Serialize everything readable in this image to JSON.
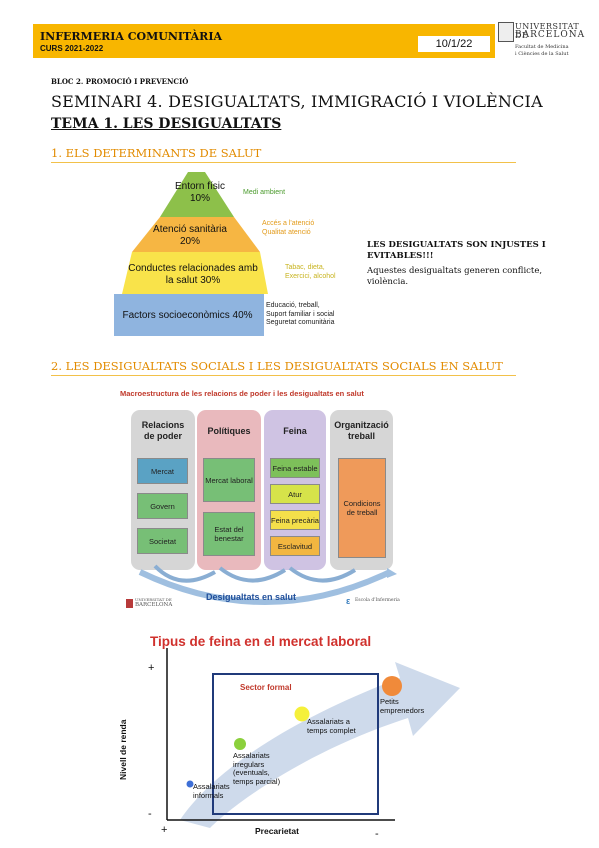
{
  "header": {
    "title": "INFERMERIA COMUNITÀRIA",
    "course": "CURS 2021-2022",
    "date": "10/1/22",
    "logo_name_1": "UNIVERSITAT DE",
    "logo_name_2": "BARCELONA",
    "logo_faculty_1": "Facultat de Medicina",
    "logo_faculty_2": "i Ciències de la Salut"
  },
  "document": {
    "bloc": "BLOC 2. PROMOCIÓ I PREVENCIÓ",
    "seminari": "SEMINARI 4. DESIGUALTATS, IMMIGRACIÓ I VIOLÈNCIA",
    "tema": "TEMA 1. LES DESIGUALTATS",
    "section1": "1. ELS DETERMINANTS DE SALUT",
    "section2": "2. LES DESIGUALTATS SOCIALS I LES DESIGUALTATS SOCIALS EN SALUT"
  },
  "pyramid": {
    "levels": [
      {
        "label_1": "Entorn físic",
        "label_2": "10%",
        "side_1": "Medi ambient",
        "side_2": "",
        "side_3": "",
        "color": "#8dc04a",
        "side_color": "#4a9a2c"
      },
      {
        "label_1": "Atenció sanitària",
        "label_2": "20%",
        "side_1": "Accés a l'atenció",
        "side_2": "Qualitat atenció",
        "side_3": "",
        "color": "#f6b643",
        "side_color": "#e39b1b"
      },
      {
        "label_1": "Conductes relacionades amb",
        "label_2": "la salut  30%",
        "side_1": "Tabac, dieta,",
        "side_2": "Exercici, alcohol",
        "side_3": "",
        "color": "#f9e34a",
        "side_color": "#d8c62a"
      },
      {
        "label_1": "Factors socioeconòmics 40%",
        "label_2": "",
        "side_1": "Educació, treball,",
        "side_2": "Suport familiar i social",
        "side_3": "Seguretat comunitària",
        "color": "#8fb4df",
        "side_color": "#222222"
      }
    ],
    "note_title": "LES DESIGUALTATS SON INJUSTES I EVITABLES!!!",
    "note_body": "Aquestes desigualtats generen conflicte, violència."
  },
  "macro": {
    "title": "Macroestructura  de les relacions de poder i les desigualtats en salut",
    "columns": [
      {
        "head_1": "Relacions",
        "head_2": "de poder",
        "items": [
          "Mercat",
          "Govern",
          "Societat"
        ]
      },
      {
        "head_1": "Polítiques",
        "head_2": "",
        "items": [
          "Mercat laboral",
          "Estat del benestar"
        ]
      },
      {
        "head_1": "Feina",
        "head_2": "",
        "items": [
          "Feina estable",
          "Atur",
          "Feina precària",
          "Esclavitud"
        ]
      },
      {
        "head_1": "Organització",
        "head_2": "treball",
        "items": [
          "Condicions de treball"
        ]
      }
    ],
    "footer": "Desigualtats en salut",
    "logo_left_1": "UNIVERSITAT DE",
    "logo_left_2": "BARCELONA",
    "logo_right": "Escola d'Infermeria"
  },
  "tipus_feina": {
    "title": "Tipus de feina  en el mercat laboral",
    "y_label": "Nivell de renda",
    "x_label": "Precarietat",
    "y_plus": "+",
    "y_minus": "-",
    "x_plus": "+",
    "x_minus": "-",
    "sector": "Sector formal",
    "points": [
      {
        "l1": "Assalariats",
        "l2": "informals",
        "l3": "",
        "l4": ""
      },
      {
        "l1": "Assalariats",
        "l2": "irregulars",
        "l3": "(eventuals,",
        "l4": "temps parcial)"
      },
      {
        "l1": "Assalariats a",
        "l2": "temps complet",
        "l3": "",
        "l4": ""
      },
      {
        "l1": "Petits",
        "l2": "emprenedors",
        "l3": "",
        "l4": ""
      }
    ]
  }
}
